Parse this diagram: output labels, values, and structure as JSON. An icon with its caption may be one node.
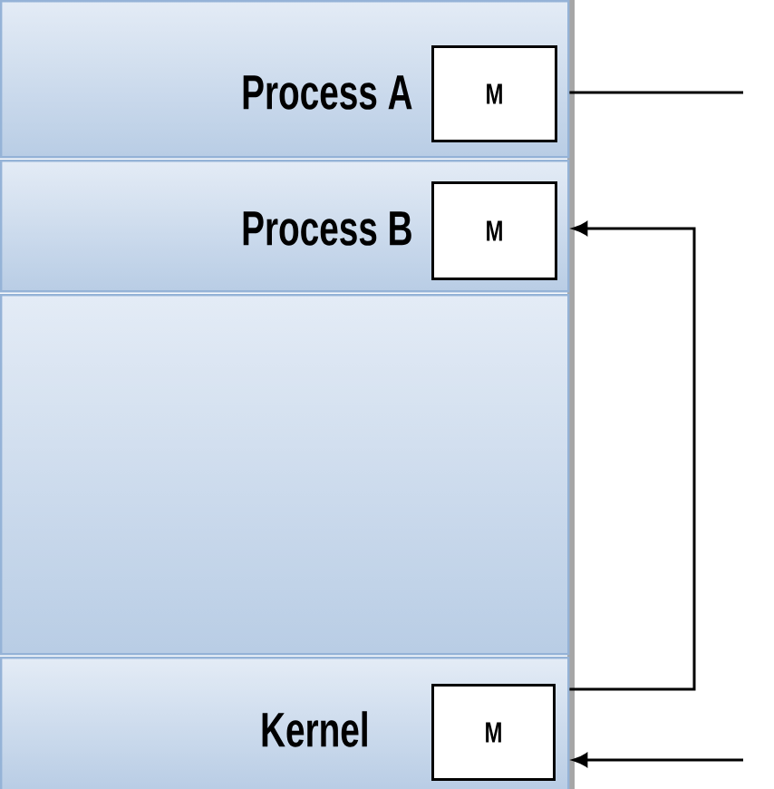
{
  "diagram": {
    "nodes": [
      {
        "text": [
          "Process A"
        ]
      },
      {
        "text": [
          "M"
        ],
        "in": 0
      },
      {
        "text": [
          "Process B"
        ]
      },
      {
        "text": [
          "M"
        ],
        "in": 2
      },
      {
        "text": [],
        "shape": "box"
      },
      {
        "text": [
          "Kernel"
        ]
      },
      {
        "text": [
          "M"
        ],
        "in": 5
      }
    ],
    "edges": [
      {
        "from": 0,
        "to": null,
        "arrow": "none"
      },
      {
        "from": 5,
        "to": 2,
        "arrow": "to"
      },
      {
        "from": null,
        "to": 5,
        "arrow": "to"
      }
    ]
  }
}
